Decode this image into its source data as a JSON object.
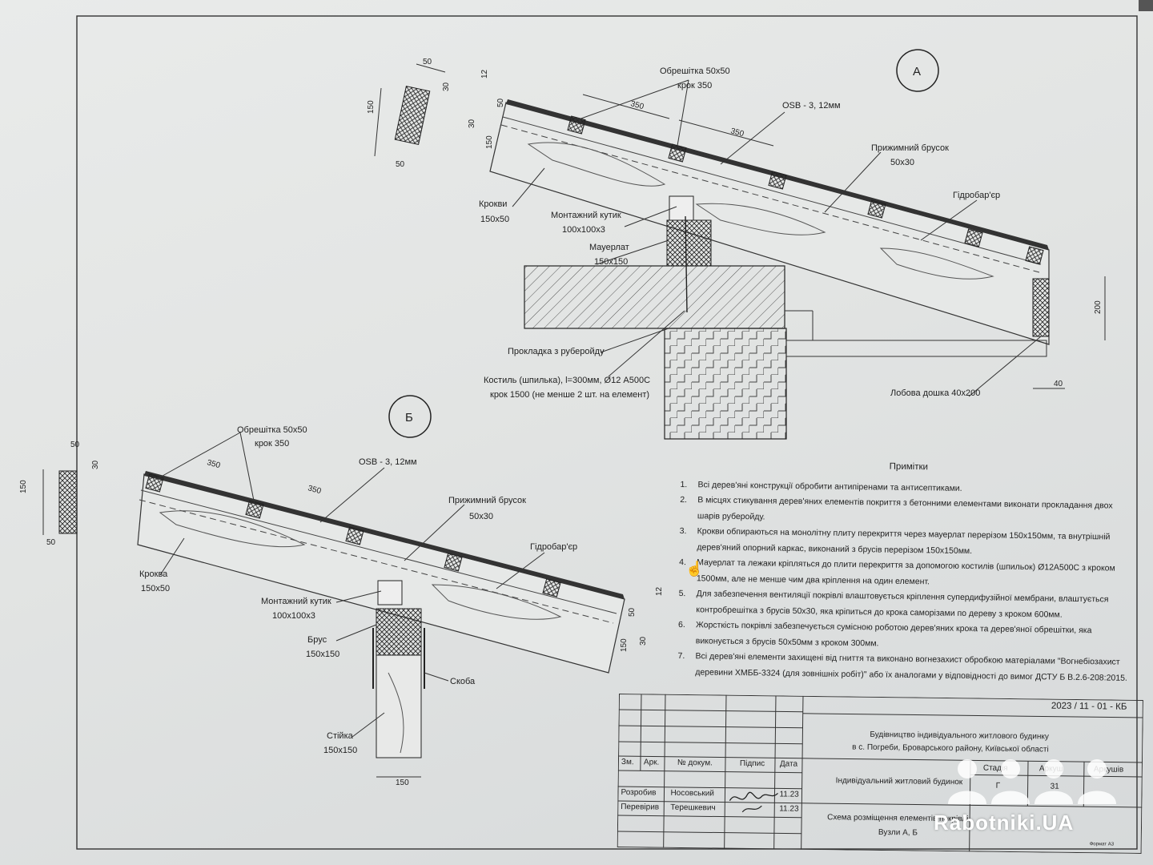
{
  "nodeA": {
    "marker": "А",
    "labels": {
      "lathing": "Обрешітка 50х50",
      "lathing_step": "крок 350",
      "osb": "OSB - 3, 12мм",
      "clamp_bar": "Прижимний брусок",
      "clamp_bar_size": "50х30",
      "vapor": "Гідробар'єр",
      "rafter": "Крокви",
      "rafter_size": "150х50",
      "angle": "Монтажний кутик",
      "angle_size": "100х100х3",
      "mauerlat": "Мауерлат",
      "mauerlat_size": "150х150",
      "pad": "Прокладка з руберойду",
      "pin": "Костиль (шпилька), l=300мм, Ø12 А500С",
      "pin_step": "крок 1500 (не менше 2 шт. на елемент)",
      "fascia": "Лобова дошка 40х200"
    },
    "dims": {
      "d350a": "350",
      "d350b": "350",
      "d200": "200",
      "d40": "40",
      "d12": "12",
      "d50": "50",
      "d30": "30",
      "d150": "150"
    },
    "section": {
      "w": "50",
      "h": "150",
      "t": "30",
      "b": "50"
    }
  },
  "nodeB": {
    "marker": "Б",
    "labels": {
      "lathing": "Обрешітка 50х50",
      "lathing_step": "крок 350",
      "osb": "OSB - 3, 12мм",
      "clamp_bar": "Прижимний брусок",
      "clamp_bar_size": "50х30",
      "vapor": "Гідробар'єр",
      "rafter": "Кроква",
      "rafter_size": "150х50",
      "angle": "Монтажний кутик",
      "angle_size": "100х100х3",
      "beam": "Брус",
      "beam_size": "150х150",
      "bracket": "Скоба",
      "post": "Стійка",
      "post_size": "150х150"
    },
    "dims": {
      "d350a": "350",
      "d350b": "350",
      "d12": "12",
      "d50": "50",
      "d30": "30",
      "d150": "150",
      "d150b": "150"
    },
    "section": {
      "w": "50",
      "h": "150",
      "t": "30",
      "b": "50"
    }
  },
  "notes": {
    "title": "Примітки",
    "items": [
      {
        "n": "1.",
        "text": "Всі дерев'яні конструкції обробити антипіренами та антисептиками."
      },
      {
        "n": "2.",
        "text": "В місцях стикування дерев'яних елементів покриття з бетонними елементами виконати прокладання двох шарів руберойду."
      },
      {
        "n": "3.",
        "text": "Крокви обпираються на монолітну плиту перекриття через мауерлат перерізом 150х150мм, та внутрішній дерев'яний опорний каркас, виконаний з брусів перерізом 150х150мм."
      },
      {
        "n": "4.",
        "text": "Мауерлат та лежаки кріпляться до плити перекриття за допомогою костилів (шпильок) Ø12А500С з кроком 1500мм, але не менше чим два кріплення на один елемент."
      },
      {
        "n": "5.",
        "text": "Для забезпечення вентиляції покрівлі влаштовується кріплення супердифузійної мембрани, влаштується контробрешітка з брусів 50х30, яка кріпиться до крока саморізами по дереву з кроком 600мм."
      },
      {
        "n": "6.",
        "text": "Жорсткість покрівлі забезпечується сумісною роботою дерев'яних крока та дерев'яної обрешітки, яка виконується з брусів 50х50мм з кроком 300мм."
      },
      {
        "n": "7.",
        "text": "Всі дерев'яні елементи захищені від гниття та виконано вогнезахист обробкою матеріалами \"Вогнебіозахист деревини ХМББ-3324 (для зовнішніх робіт)\" або їх аналогами у відповідності до вимог ДСТУ Б В.2.6-208:2015."
      }
    ]
  },
  "stamp": {
    "code": "2023 / 11 - 01 - КБ",
    "project_line1": "Будівництво індивідуального житлового будинку",
    "project_line2": "в с. Погреби, Броварського району, Київської області",
    "building": "Індивідуальний житловий будинок",
    "sheet_title_1": "Схема розміщення елементів покрівлі.",
    "sheet_title_2": "Вузли А, Б",
    "col_zm": "Зм.",
    "col_ark": "Арк.",
    "col_doc": "№ докум.",
    "col_sign": "Підпис",
    "col_date": "Дата",
    "col_stage": "Стадія",
    "col_sheet": "Аркуш",
    "col_sheets": "Аркушів",
    "sheet_no": "31",
    "stage": "Г",
    "role1": "Розробив",
    "name1": "Носовський",
    "date1": "11.23",
    "role2": "Перевірив",
    "name2": "Терешкевич",
    "date2": "11.23",
    "format": "Формат А3"
  },
  "watermark": "Rabotniki.UA"
}
